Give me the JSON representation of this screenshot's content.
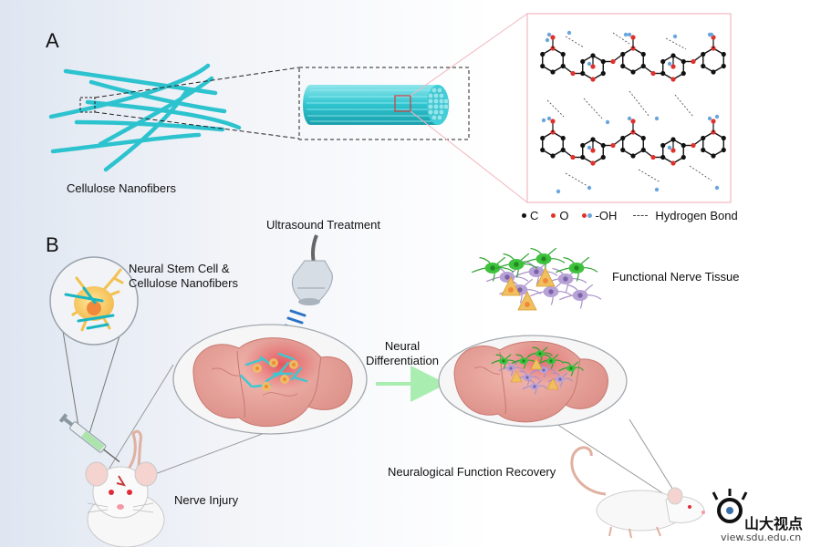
{
  "panel_a": {
    "letter": "A",
    "cellulose_label": "Cellulose Nanofibers"
  },
  "legend": {
    "carbon": "C",
    "oxygen": "O",
    "hydroxyl": "-OH",
    "hbond": "Hydrogen Bond"
  },
  "panel_b": {
    "letter": "B",
    "ultrasound_label": "Ultrasound Treatment",
    "stem_cell_label_line1": "Neural Stem Cell &",
    "stem_cell_label_line2": "Cellulose Nanofibers",
    "functional_label": "Functional Nerve Tissue",
    "differentiation_line1": "Neural",
    "differentiation_line2": "Differentiation",
    "recovery_label": "Neuralogical Function Recovery",
    "injury_label": "Nerve Injury"
  },
  "watermark": {
    "brand": "山大视点",
    "site": "view.sdu.edu.cn"
  },
  "colors": {
    "fiber": "#3cc8d2",
    "brain": "#e9a59d",
    "carbon": "#111111",
    "oxygen": "#e0312b",
    "hydrogen": "#6aa6dd",
    "green_cell": "#3ec23e",
    "purple_cell": "#b7a2d6",
    "yellow_cell": "#f0c060",
    "arrow": "#a9eeb0"
  }
}
